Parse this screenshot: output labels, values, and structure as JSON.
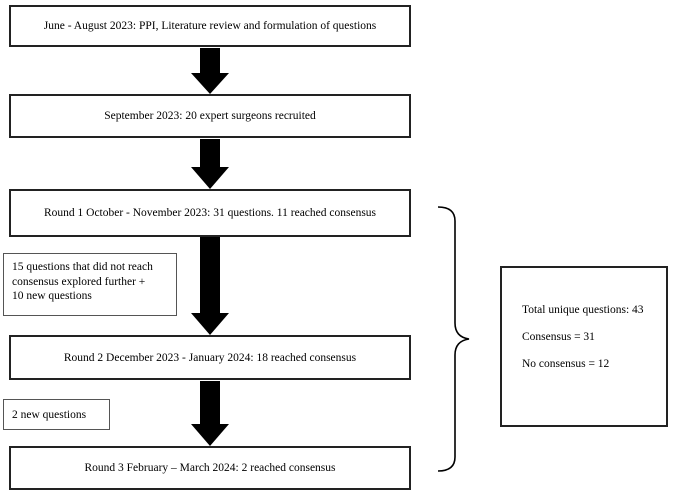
{
  "stages": [
    {
      "text": "June - August 2023: PPI, Literature review and formulation of questions"
    },
    {
      "text": "September 2023: 20 expert surgeons recruited"
    },
    {
      "text": "Round 1 October - November 2023: 31 questions. 11 reached consensus"
    },
    {
      "text": "Round 2 December 2023 - January 2024: 18 reached consensus"
    },
    {
      "text": "Round 3 February – March 2024: 2  reached consensus"
    }
  ],
  "notes": [
    {
      "lines": [
        "15 questions that did not reach",
        "consensus explored further +",
        "10 new questions"
      ]
    },
    {
      "lines": [
        "2 new questions"
      ]
    }
  ],
  "summary": {
    "total": "Total unique questions: 43",
    "consensus": "Consensus = 31",
    "no_consensus": "No consensus = 12"
  }
}
